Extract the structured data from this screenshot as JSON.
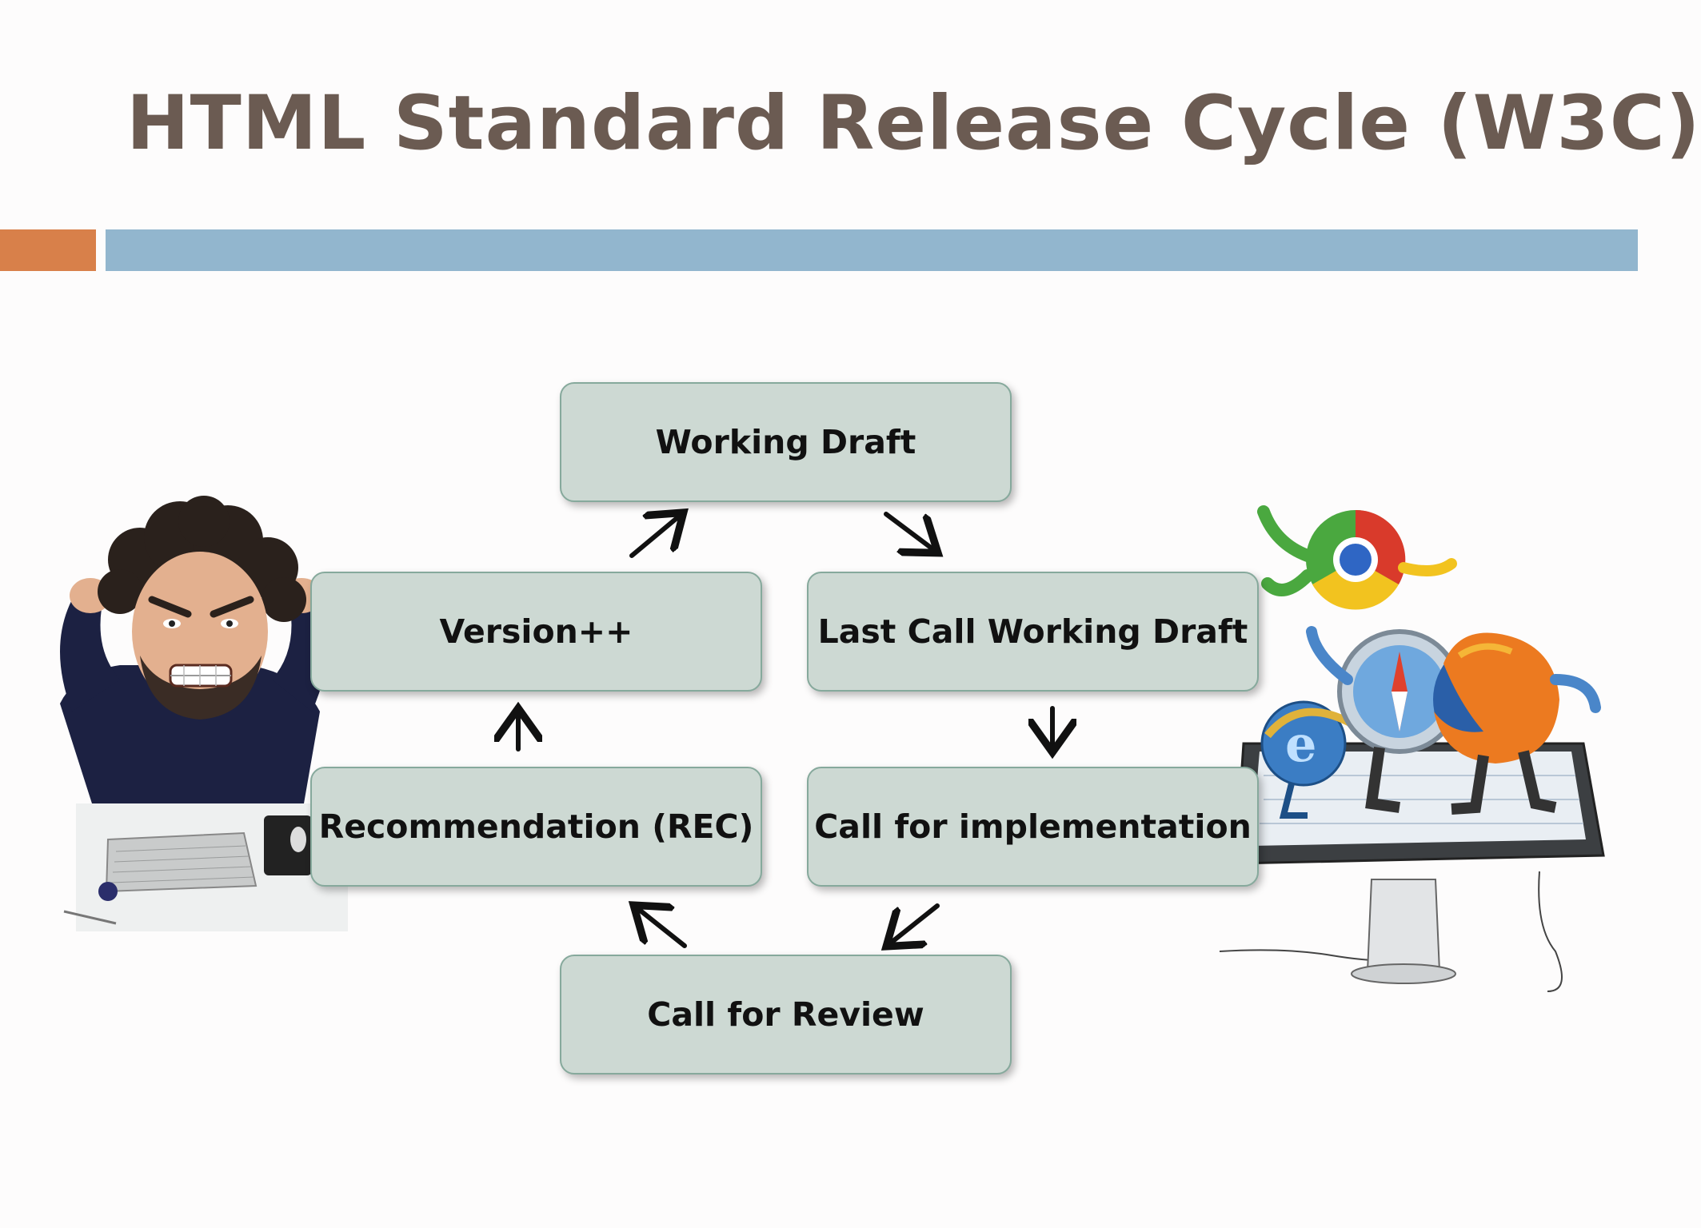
{
  "slide": {
    "title": "HTML Standard Release Cycle (W3C)",
    "accent_colors": {
      "title": "#6b5b52",
      "bar_left": "#d8804a",
      "bar_right": "#92b6ce",
      "node_fill": "#cdd9d3",
      "node_border": "#86a99c"
    }
  },
  "cycle": {
    "nodes": [
      {
        "id": "working_draft",
        "label": "Working Draft"
      },
      {
        "id": "last_call",
        "label": "Last Call Working Draft"
      },
      {
        "id": "call_impl",
        "label": "Call for implementation"
      },
      {
        "id": "call_review",
        "label": "Call for Review"
      },
      {
        "id": "recommendation",
        "label": "Recommendation (REC)"
      },
      {
        "id": "version",
        "label": "Version++"
      }
    ],
    "edges": [
      {
        "from": "working_draft",
        "to": "last_call"
      },
      {
        "from": "last_call",
        "to": "call_impl"
      },
      {
        "from": "call_impl",
        "to": "call_review"
      },
      {
        "from": "call_review",
        "to": "recommendation"
      },
      {
        "from": "recommendation",
        "to": "version"
      },
      {
        "from": "version",
        "to": "working_draft"
      }
    ]
  },
  "illustrations": {
    "left": "frustrated-developer-at-computer",
    "right": "browser-mascots-fighting-on-monitor"
  }
}
